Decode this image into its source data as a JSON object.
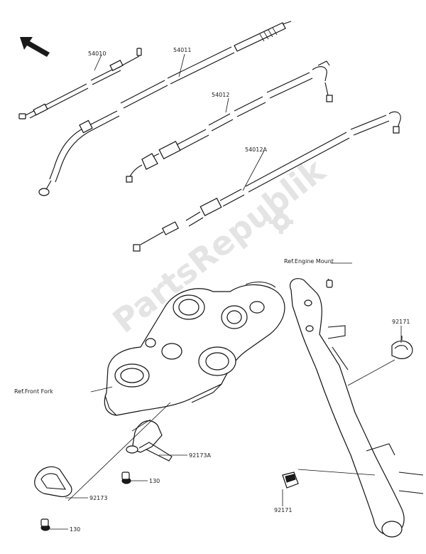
{
  "watermark": {
    "text": "PartsRepublik"
  },
  "labels": {
    "p54010": "54010",
    "p54011": "54011",
    "p54012": "54012",
    "p54012a": "54012A",
    "ref_engine_mount": "Ref.Engine Mount",
    "ref_front_fork": "Ref.Front Fork",
    "p92171_top": "92171",
    "p92171_bottom": "92171",
    "p92173a": "92173A",
    "p92173": "92173",
    "p130_a": "130",
    "p130_b": "130"
  },
  "icons": {
    "direction": "front-arrow-icon",
    "gear": "gear-icon"
  }
}
